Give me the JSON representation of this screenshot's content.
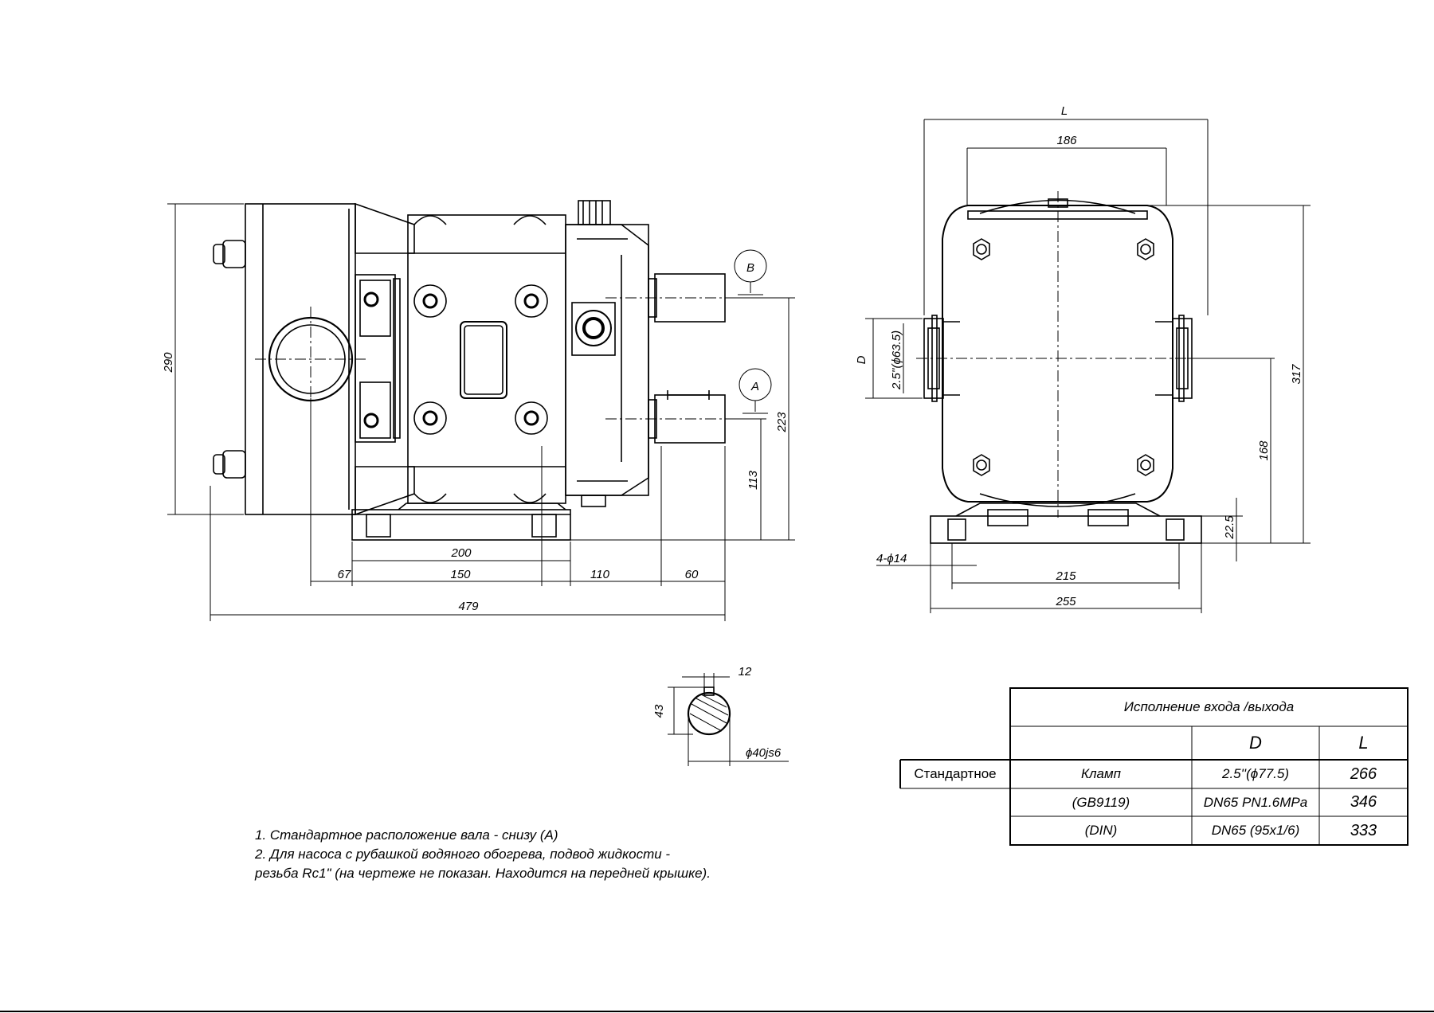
{
  "side_view": {
    "height_total": "290",
    "height_shaft_b": "223",
    "height_shaft_a": "113",
    "base_length": "200",
    "seg_67": "67",
    "seg_150": "150",
    "seg_110": "110",
    "seg_60": "60",
    "overall_length": "479",
    "marker_b": "B",
    "marker_a": "A"
  },
  "front_view": {
    "length_l": "L",
    "width_186": "186",
    "height_317": "317",
    "height_168": "168",
    "base_22_5": "22.5",
    "port_d": "D",
    "port_dia": "2.5''(ϕ63.5)",
    "holes": "4-ϕ14",
    "base_215": "215",
    "base_255": "255"
  },
  "shaft_section": {
    "key_width": "12",
    "key_height": "43",
    "shaft_dia": "ϕ40js6"
  },
  "notes": [
    "1. Стандартное расположение вала - снизу (A)",
    "2. Для насоса с рубашкой водяного обогрева, подвод жидкости -",
    "резьба Rc1\" (на чертеже не показан. Находится на передней крышке)."
  ],
  "spec_table": {
    "title": "Исполнение входа /выхода",
    "header_d": "D",
    "header_l": "L",
    "rows": [
      {
        "variant": "Стандартное",
        "type": "Кламп",
        "d": "2.5''(ϕ77.5)",
        "l": "266"
      },
      {
        "variant": "",
        "type": "(GB9119)",
        "d": "DN65 PN1.6MPa",
        "l": "346"
      },
      {
        "variant": "",
        "type": "(DIN)",
        "d": "DN65 (95x1/6)",
        "l": "333"
      }
    ]
  }
}
